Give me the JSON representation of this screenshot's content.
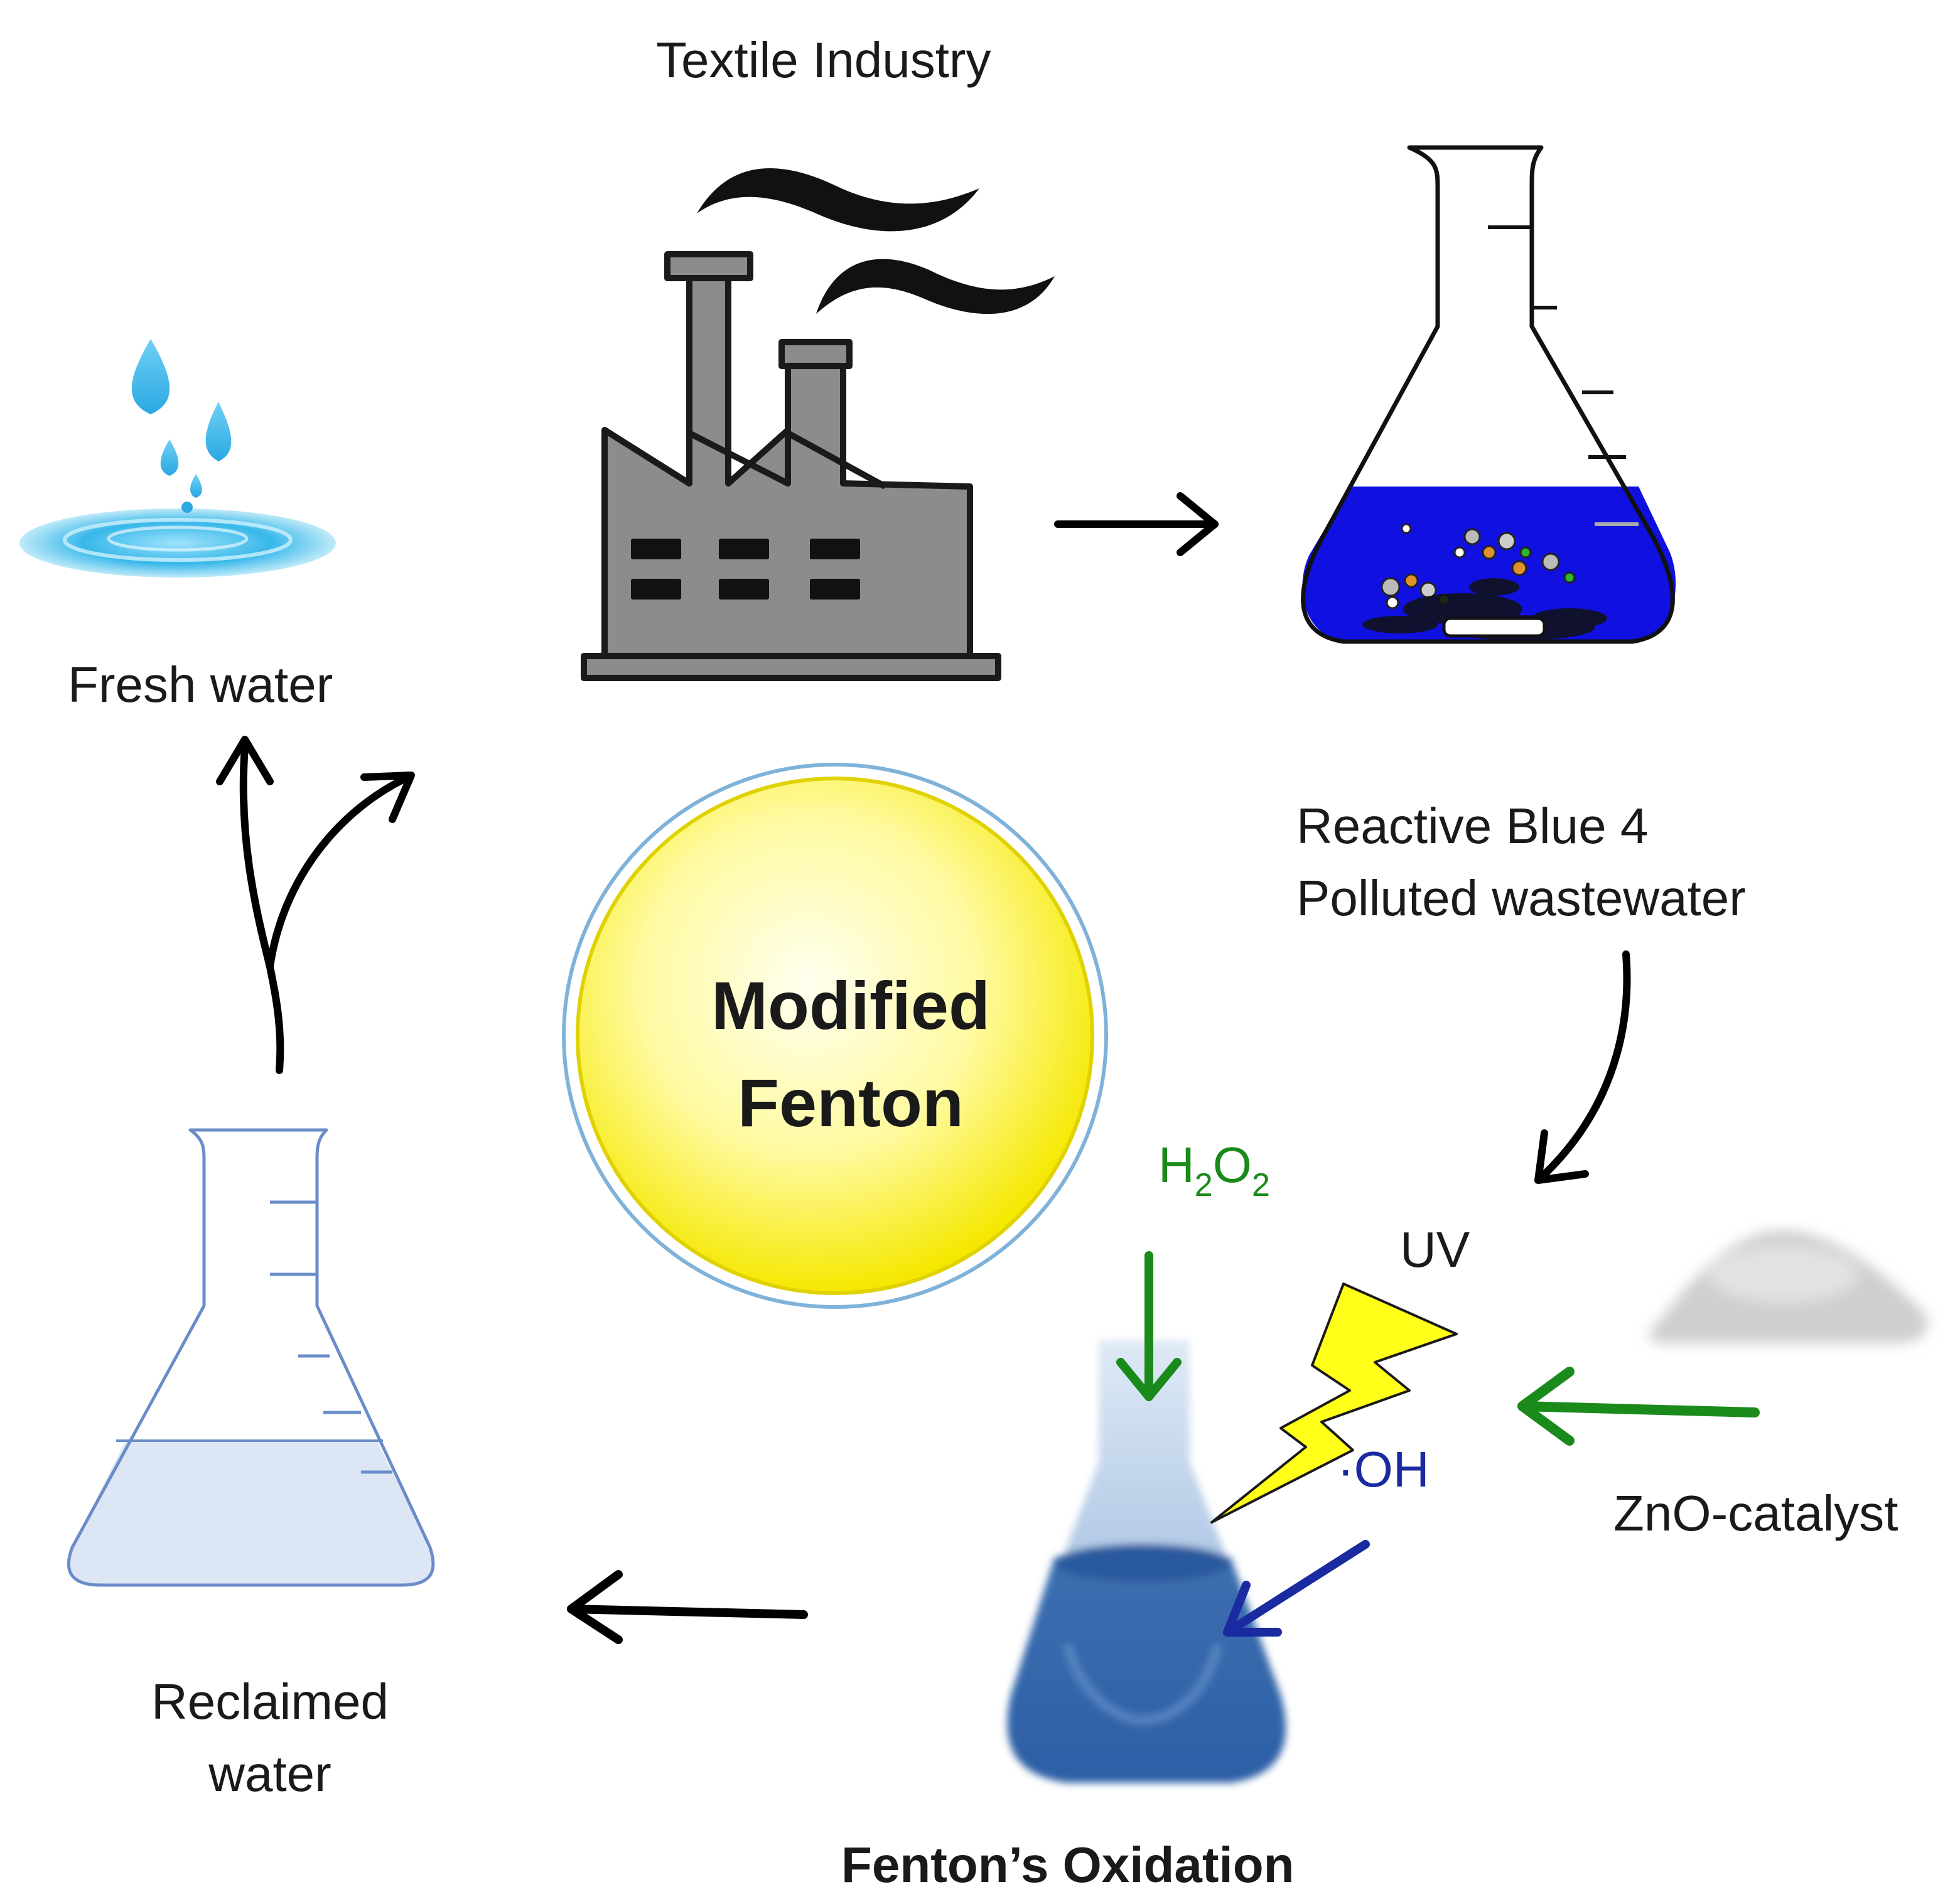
{
  "labels": {
    "textile_industry": "Textile Industry",
    "fresh_water": "Fresh water",
    "reactive_blue_line1": "Reactive Blue 4",
    "reactive_blue_line2": "Polluted wastewater",
    "modified_line1": "Modified",
    "modified_line2": "Fenton",
    "h2o2_h": "H",
    "h2o2_sub1": "2",
    "h2o2_o": "O",
    "h2o2_sub2": "2",
    "uv": "UV",
    "oh_radical": "·OH",
    "zno_catalyst": "ZnO-catalyst",
    "reclaimed_line1": "Reclaimed",
    "reclaimed_line2": "water",
    "fentons_oxidation": "Fenton’s Oxidation"
  },
  "colors": {
    "text": "#1a1a1a",
    "reagent_green": "#1a8a1a",
    "radical_blue": "#1a2aa0",
    "wastewater_blue": "#1010e0",
    "reclaimed_fill": "#dde6f5",
    "flask_outline_blue": "#6a8cc8",
    "badge_yellow": "#fff45a",
    "lightning_yellow": "#ffff1a",
    "factory_gray": "#8c8c8c",
    "droplet_blue": "#3ab4e8"
  }
}
